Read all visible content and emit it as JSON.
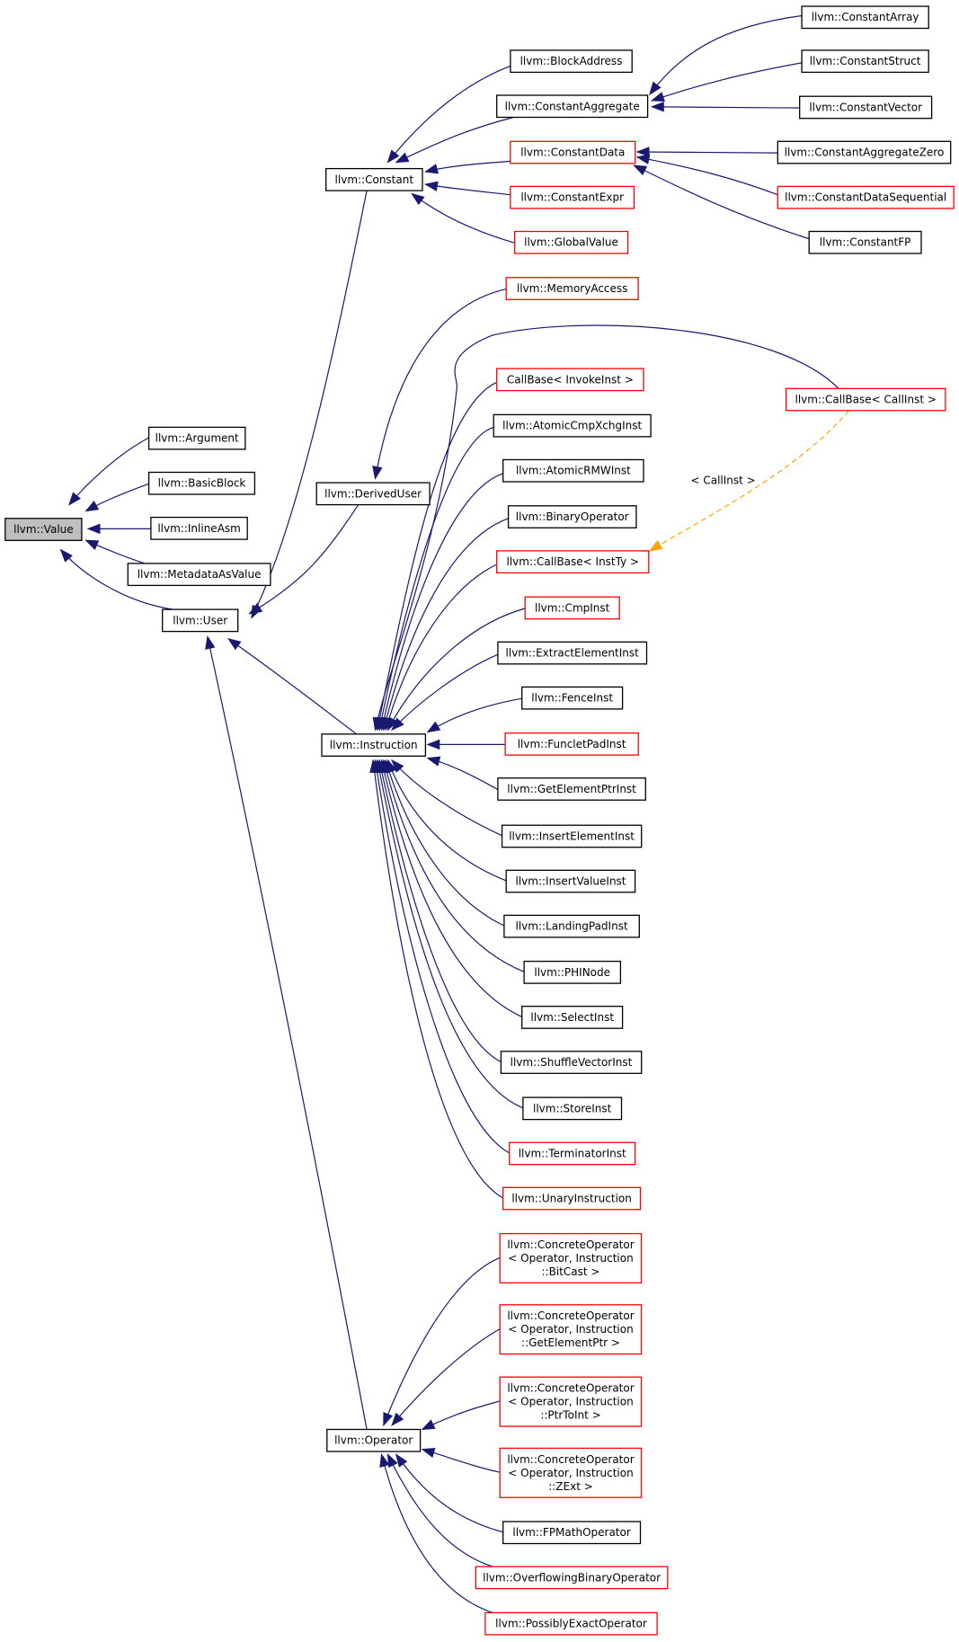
{
  "nodes": [
    {
      "id": "value",
      "lines": [
        "llvm::Value"
      ],
      "style": "root"
    },
    {
      "id": "argument",
      "lines": [
        "llvm::Argument"
      ],
      "style": "black"
    },
    {
      "id": "basicblock",
      "lines": [
        "llvm::BasicBlock"
      ],
      "style": "black"
    },
    {
      "id": "inlineasm",
      "lines": [
        "llvm::InlineAsm"
      ],
      "style": "black"
    },
    {
      "id": "metadataasvalue",
      "lines": [
        "llvm::MetadataAsValue"
      ],
      "style": "black"
    },
    {
      "id": "user",
      "lines": [
        "llvm::User"
      ],
      "style": "black"
    },
    {
      "id": "constant",
      "lines": [
        "llvm::Constant"
      ],
      "style": "black"
    },
    {
      "id": "deriveduser",
      "lines": [
        "llvm::DerivedUser"
      ],
      "style": "black"
    },
    {
      "id": "instruction",
      "lines": [
        "llvm::Instruction"
      ],
      "style": "black"
    },
    {
      "id": "operator",
      "lines": [
        "llvm::Operator"
      ],
      "style": "black"
    },
    {
      "id": "blockaddress",
      "lines": [
        "llvm::BlockAddress"
      ],
      "style": "black"
    },
    {
      "id": "constantaggregate",
      "lines": [
        "llvm::ConstantAggregate"
      ],
      "style": "black"
    },
    {
      "id": "constantdata",
      "lines": [
        "llvm::ConstantData"
      ],
      "style": "red"
    },
    {
      "id": "constantexpr",
      "lines": [
        "llvm::ConstantExpr"
      ],
      "style": "red"
    },
    {
      "id": "globalvalue",
      "lines": [
        "llvm::GlobalValue"
      ],
      "style": "red"
    },
    {
      "id": "constantarray",
      "lines": [
        "llvm::ConstantArray"
      ],
      "style": "black"
    },
    {
      "id": "constantstruct",
      "lines": [
        "llvm::ConstantStruct"
      ],
      "style": "black"
    },
    {
      "id": "constantvector",
      "lines": [
        "llvm::ConstantVector"
      ],
      "style": "black"
    },
    {
      "id": "constantaggregatezero",
      "lines": [
        "llvm::ConstantAggregateZero"
      ],
      "style": "black"
    },
    {
      "id": "constantdatasequential",
      "lines": [
        "llvm::ConstantDataSequential"
      ],
      "style": "red"
    },
    {
      "id": "constantfp",
      "lines": [
        "llvm::ConstantFP"
      ],
      "style": "black"
    },
    {
      "id": "memoryaccess",
      "lines": [
        "llvm::MemoryAccess"
      ],
      "style": "red"
    },
    {
      "id": "callbaseinvoke",
      "lines": [
        "CallBase< InvokeInst >"
      ],
      "style": "red"
    },
    {
      "id": "callbasecallinst",
      "lines": [
        "llvm::CallBase< CallInst >"
      ],
      "style": "red"
    },
    {
      "id": "atomiccmpxchg",
      "lines": [
        "llvm::AtomicCmpXchgInst"
      ],
      "style": "black"
    },
    {
      "id": "atomicrmw",
      "lines": [
        "llvm::AtomicRMWInst"
      ],
      "style": "black"
    },
    {
      "id": "binaryoperator",
      "lines": [
        "llvm::BinaryOperator"
      ],
      "style": "black"
    },
    {
      "id": "callbaseinstty",
      "lines": [
        "llvm::CallBase< InstTy >"
      ],
      "style": "red"
    },
    {
      "id": "cmpinst",
      "lines": [
        "llvm::CmpInst"
      ],
      "style": "red"
    },
    {
      "id": "extractelement",
      "lines": [
        "llvm::ExtractElementInst"
      ],
      "style": "black"
    },
    {
      "id": "fenceinst",
      "lines": [
        "llvm::FenceInst"
      ],
      "style": "black"
    },
    {
      "id": "funcletpad",
      "lines": [
        "llvm::FuncletPadInst"
      ],
      "style": "red"
    },
    {
      "id": "gep",
      "lines": [
        "llvm::GetElementPtrInst"
      ],
      "style": "black"
    },
    {
      "id": "insertelement",
      "lines": [
        "llvm::InsertElementInst"
      ],
      "style": "black"
    },
    {
      "id": "insertvalue",
      "lines": [
        "llvm::InsertValueInst"
      ],
      "style": "black"
    },
    {
      "id": "landingpad",
      "lines": [
        "llvm::LandingPadInst"
      ],
      "style": "black"
    },
    {
      "id": "phinode",
      "lines": [
        "llvm::PHINode"
      ],
      "style": "black"
    },
    {
      "id": "selectinst",
      "lines": [
        "llvm::SelectInst"
      ],
      "style": "black"
    },
    {
      "id": "shufflevector",
      "lines": [
        "llvm::ShuffleVectorInst"
      ],
      "style": "black"
    },
    {
      "id": "storeinst",
      "lines": [
        "llvm::StoreInst"
      ],
      "style": "black"
    },
    {
      "id": "terminatorinst",
      "lines": [
        "llvm::TerminatorInst"
      ],
      "style": "red"
    },
    {
      "id": "unaryinstruction",
      "lines": [
        "llvm::UnaryInstruction"
      ],
      "style": "red"
    },
    {
      "id": "cobitcast",
      "lines": [
        "llvm::ConcreteOperator",
        "< Operator, Instruction",
        "::BitCast >"
      ],
      "style": "red"
    },
    {
      "id": "cogep",
      "lines": [
        "llvm::ConcreteOperator",
        "< Operator, Instruction",
        "::GetElementPtr >"
      ],
      "style": "red"
    },
    {
      "id": "coptrtoint",
      "lines": [
        "llvm::ConcreteOperator",
        "< Operator, Instruction",
        "::PtrToInt >"
      ],
      "style": "red"
    },
    {
      "id": "cozext",
      "lines": [
        "llvm::ConcreteOperator",
        "< Operator, Instruction",
        "::ZExt >"
      ],
      "style": "red"
    },
    {
      "id": "fpmathoperator",
      "lines": [
        "llvm::FPMathOperator"
      ],
      "style": "black"
    },
    {
      "id": "overflowingbinop",
      "lines": [
        "llvm::OverflowingBinaryOperator"
      ],
      "style": "red"
    },
    {
      "id": "possiblyexact",
      "lines": [
        "llvm::PossiblyExactOperator"
      ],
      "style": "red"
    }
  ],
  "edges": [
    {
      "from": "argument",
      "to": "value"
    },
    {
      "from": "basicblock",
      "to": "value"
    },
    {
      "from": "inlineasm",
      "to": "value"
    },
    {
      "from": "metadataasvalue",
      "to": "value"
    },
    {
      "from": "user",
      "to": "value"
    },
    {
      "from": "constant",
      "to": "user"
    },
    {
      "from": "deriveduser",
      "to": "user"
    },
    {
      "from": "instruction",
      "to": "user"
    },
    {
      "from": "operator",
      "to": "user"
    },
    {
      "from": "blockaddress",
      "to": "constant"
    },
    {
      "from": "constantaggregate",
      "to": "constant"
    },
    {
      "from": "constantdata",
      "to": "constant"
    },
    {
      "from": "constantexpr",
      "to": "constant"
    },
    {
      "from": "globalvalue",
      "to": "constant"
    },
    {
      "from": "constantarray",
      "to": "constantaggregate"
    },
    {
      "from": "constantstruct",
      "to": "constantaggregate"
    },
    {
      "from": "constantvector",
      "to": "constantaggregate"
    },
    {
      "from": "constantaggregatezero",
      "to": "constantdata"
    },
    {
      "from": "constantdatasequential",
      "to": "constantdata"
    },
    {
      "from": "constantfp",
      "to": "constantdata"
    },
    {
      "from": "memoryaccess",
      "to": "deriveduser"
    },
    {
      "from": "callbaseinvoke",
      "to": "instruction"
    },
    {
      "from": "callbasecallinst",
      "to": "instruction"
    },
    {
      "from": "atomiccmpxchg",
      "to": "instruction"
    },
    {
      "from": "atomicrmw",
      "to": "instruction"
    },
    {
      "from": "binaryoperator",
      "to": "instruction"
    },
    {
      "from": "callbaseinstty",
      "to": "instruction"
    },
    {
      "from": "cmpinst",
      "to": "instruction"
    },
    {
      "from": "extractelement",
      "to": "instruction"
    },
    {
      "from": "fenceinst",
      "to": "instruction"
    },
    {
      "from": "funcletpad",
      "to": "instruction"
    },
    {
      "from": "gep",
      "to": "instruction"
    },
    {
      "from": "insertelement",
      "to": "instruction"
    },
    {
      "from": "insertvalue",
      "to": "instruction"
    },
    {
      "from": "landingpad",
      "to": "instruction"
    },
    {
      "from": "phinode",
      "to": "instruction"
    },
    {
      "from": "selectinst",
      "to": "instruction"
    },
    {
      "from": "shufflevector",
      "to": "instruction"
    },
    {
      "from": "storeinst",
      "to": "instruction"
    },
    {
      "from": "terminatorinst",
      "to": "instruction"
    },
    {
      "from": "unaryinstruction",
      "to": "instruction"
    },
    {
      "from": "callbasecallinst",
      "to": "callbaseinstty",
      "type": "template",
      "label": "< CallInst >"
    },
    {
      "from": "cobitcast",
      "to": "operator"
    },
    {
      "from": "cogep",
      "to": "operator"
    },
    {
      "from": "coptrtoint",
      "to": "operator"
    },
    {
      "from": "cozext",
      "to": "operator"
    },
    {
      "from": "fpmathoperator",
      "to": "operator"
    },
    {
      "from": "overflowingbinop",
      "to": "operator"
    },
    {
      "from": "possiblyexact",
      "to": "operator"
    }
  ],
  "colors": {
    "edge": "#191970",
    "template_edge": "#ffa500",
    "documented_border": "#000000",
    "undocumented_border": "#ff0000",
    "root_fill": "#bfbfbf"
  }
}
